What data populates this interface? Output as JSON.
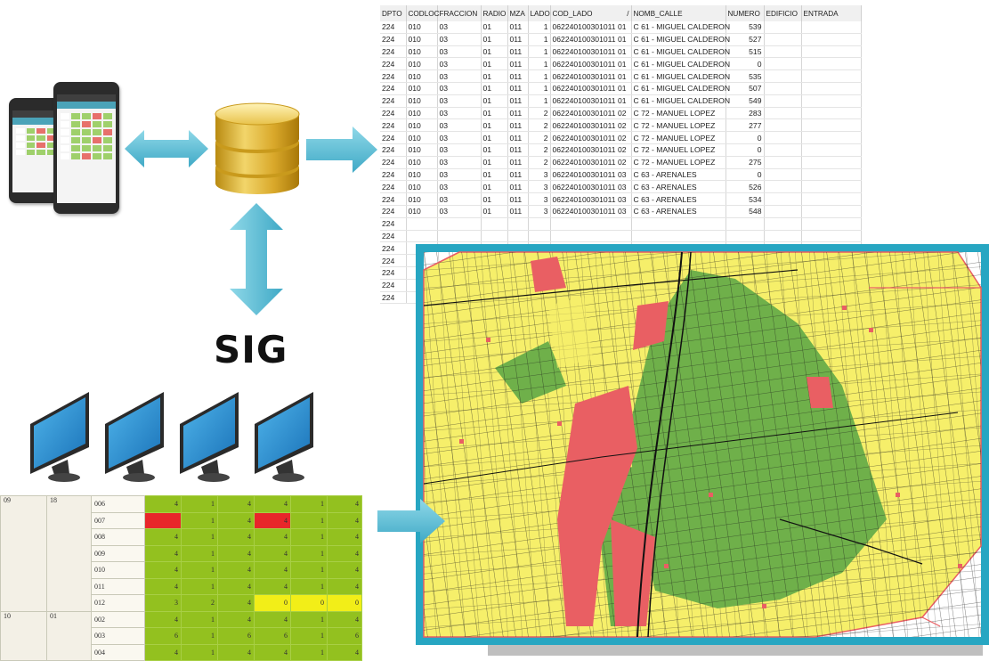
{
  "labels": {
    "sig": "SIG"
  },
  "table": {
    "headers": [
      "DPTO",
      "CODLOC",
      "FRACCION",
      "RADIO",
      "MZA",
      "LADO",
      "COD_LADO",
      "NOMB_CALLE",
      "NUMERO",
      "EDIFICIO",
      "ENTRADA"
    ],
    "sort_indicator": "/",
    "rows": [
      [
        "224",
        "010",
        "03",
        "01",
        "011",
        "1",
        "062240100301011 01",
        "C 61 - MIGUEL CALDERON",
        "539"
      ],
      [
        "224",
        "010",
        "03",
        "01",
        "011",
        "1",
        "062240100301011 01",
        "C 61 - MIGUEL CALDERON",
        "527"
      ],
      [
        "224",
        "010",
        "03",
        "01",
        "011",
        "1",
        "062240100301011 01",
        "C 61 - MIGUEL CALDERON",
        "515"
      ],
      [
        "224",
        "010",
        "03",
        "01",
        "011",
        "1",
        "062240100301011 01",
        "C 61 - MIGUEL CALDERON",
        "0"
      ],
      [
        "224",
        "010",
        "03",
        "01",
        "011",
        "1",
        "062240100301011 01",
        "C 61 - MIGUEL CALDERON",
        "535"
      ],
      [
        "224",
        "010",
        "03",
        "01",
        "011",
        "1",
        "062240100301011 01",
        "C 61 - MIGUEL CALDERON",
        "507"
      ],
      [
        "224",
        "010",
        "03",
        "01",
        "011",
        "1",
        "062240100301011 01",
        "C 61 - MIGUEL CALDERON",
        "549"
      ],
      [
        "224",
        "010",
        "03",
        "01",
        "011",
        "2",
        "062240100301011 02",
        "C 72 - MANUEL LOPEZ",
        "283"
      ],
      [
        "224",
        "010",
        "03",
        "01",
        "011",
        "2",
        "062240100301011 02",
        "C 72 - MANUEL LOPEZ",
        "277"
      ],
      [
        "224",
        "010",
        "03",
        "01",
        "011",
        "2",
        "062240100301011 02",
        "C 72 - MANUEL LOPEZ",
        "0"
      ],
      [
        "224",
        "010",
        "03",
        "01",
        "011",
        "2",
        "062240100301011 02",
        "C 72 - MANUEL LOPEZ",
        "0"
      ],
      [
        "224",
        "010",
        "03",
        "01",
        "011",
        "2",
        "062240100301011 02",
        "C 72 - MANUEL LOPEZ",
        "275"
      ],
      [
        "224",
        "010",
        "03",
        "01",
        "011",
        "3",
        "062240100301011 03",
        "C 63 - ARENALES",
        "0"
      ],
      [
        "224",
        "010",
        "03",
        "01",
        "011",
        "3",
        "062240100301011 03",
        "C 63 - ARENALES",
        "526"
      ],
      [
        "224",
        "010",
        "03",
        "01",
        "011",
        "3",
        "062240100301011 03",
        "C 63 - ARENALES",
        "534"
      ],
      [
        "224",
        "010",
        "03",
        "01",
        "011",
        "3",
        "062240100301011 03",
        "C 63 - ARENALES",
        "548"
      ],
      [
        "224",
        "",
        "",
        "",
        "",
        "",
        "",
        "",
        ""
      ],
      [
        "224",
        "",
        "",
        "",
        "",
        "",
        "",
        "",
        ""
      ],
      [
        "224",
        "",
        "",
        "",
        "",
        "",
        "",
        "",
        ""
      ],
      [
        "224",
        "",
        "",
        "",
        "",
        "",
        "",
        "",
        ""
      ],
      [
        "224",
        "",
        "",
        "",
        "",
        "",
        "",
        "",
        ""
      ],
      [
        "224",
        "",
        "",
        "",
        "",
        "",
        "",
        "",
        ""
      ],
      [
        "224",
        "",
        "",
        "",
        "",
        "",
        "",
        "",
        ""
      ]
    ]
  },
  "matrix": {
    "groups": [
      {
        "a": "09",
        "b": "18",
        "rows": [
          {
            "code": "006",
            "vals": [
              "4",
              "1",
              "4",
              "4",
              "1",
              "4"
            ],
            "colors": [
              "g",
              "g",
              "g",
              "g",
              "g",
              "g"
            ]
          },
          {
            "code": "007",
            "vals": [
              "",
              "1",
              "4",
              "4",
              "1",
              "4"
            ],
            "colors": [
              "r",
              "g",
              "g",
              "r",
              "g",
              "g"
            ]
          },
          {
            "code": "008",
            "vals": [
              "4",
              "1",
              "4",
              "4",
              "1",
              "4"
            ],
            "colors": [
              "g",
              "g",
              "g",
              "g",
              "g",
              "g"
            ]
          },
          {
            "code": "009",
            "vals": [
              "4",
              "1",
              "4",
              "4",
              "1",
              "4"
            ],
            "colors": [
              "g",
              "g",
              "g",
              "g",
              "g",
              "g"
            ]
          },
          {
            "code": "010",
            "vals": [
              "4",
              "1",
              "4",
              "4",
              "1",
              "4"
            ],
            "colors": [
              "g",
              "g",
              "g",
              "g",
              "g",
              "g"
            ]
          },
          {
            "code": "011",
            "vals": [
              "4",
              "1",
              "4",
              "4",
              "1",
              "4"
            ],
            "colors": [
              "g",
              "g",
              "g",
              "g",
              "g",
              "g"
            ]
          },
          {
            "code": "012",
            "vals": [
              "3",
              "2",
              "4",
              "0",
              "0",
              "0"
            ],
            "colors": [
              "g",
              "g",
              "g",
              "y",
              "y",
              "y"
            ]
          }
        ]
      },
      {
        "a": "10",
        "b": "01",
        "rows": [
          {
            "code": "002",
            "vals": [
              "4",
              "1",
              "4",
              "4",
              "1",
              "4"
            ],
            "colors": [
              "g",
              "g",
              "g",
              "g",
              "g",
              "g"
            ]
          },
          {
            "code": "003",
            "vals": [
              "6",
              "1",
              "6",
              "6",
              "1",
              "6"
            ],
            "colors": [
              "g",
              "g",
              "g",
              "g",
              "g",
              "g"
            ]
          },
          {
            "code": "004",
            "vals": [
              "4",
              "1",
              "4",
              "4",
              "1",
              "4"
            ],
            "colors": [
              "g",
              "g",
              "g",
              "g",
              "g",
              "g"
            ]
          }
        ]
      }
    ]
  },
  "colors": {
    "arrow": "#5bc0d6",
    "map_frame": "#27a6c2",
    "map_green": "#6fb04a",
    "map_yellow": "#f6ef6a",
    "map_red": "#e95f63",
    "monitor": "#2d8fcf"
  },
  "icons": [
    "mobile-phones-icon",
    "database-icon",
    "monitor-icon",
    "double-arrow-icon",
    "right-arrow-icon"
  ]
}
